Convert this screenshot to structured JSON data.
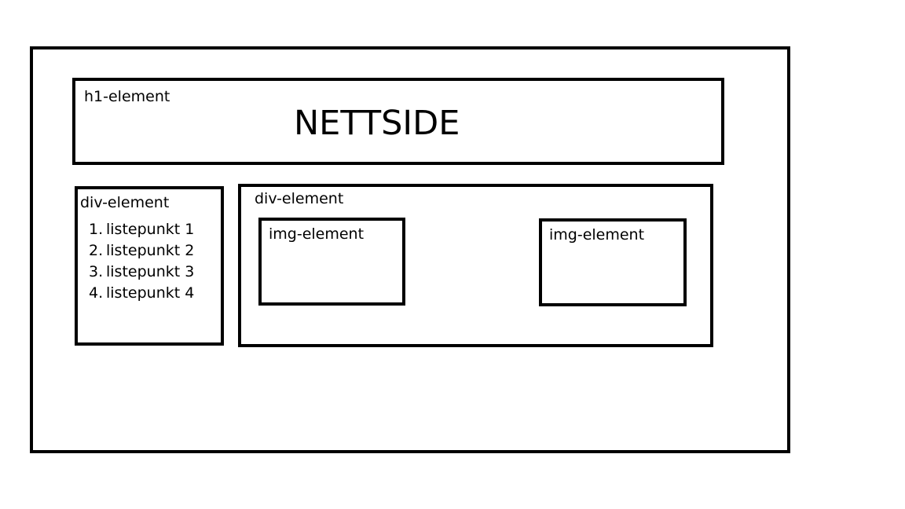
{
  "page": {
    "h1": {
      "tag_label": "h1-element",
      "title": "NETTSIDE"
    },
    "left_div": {
      "tag_label": "div-element",
      "list_items": [
        {
          "number": "1.",
          "text": "listepunkt 1"
        },
        {
          "number": "2.",
          "text": "listepunkt 2"
        },
        {
          "number": "3.",
          "text": "listepunkt 3"
        },
        {
          "number": "4.",
          "text": "listepunkt 4"
        }
      ]
    },
    "right_div": {
      "tag_label": "div-element",
      "images": [
        {
          "tag_label": "img-element"
        },
        {
          "tag_label": "img-element"
        }
      ]
    }
  },
  "colors": {
    "stroke": "#000000",
    "background": "#ffffff"
  }
}
